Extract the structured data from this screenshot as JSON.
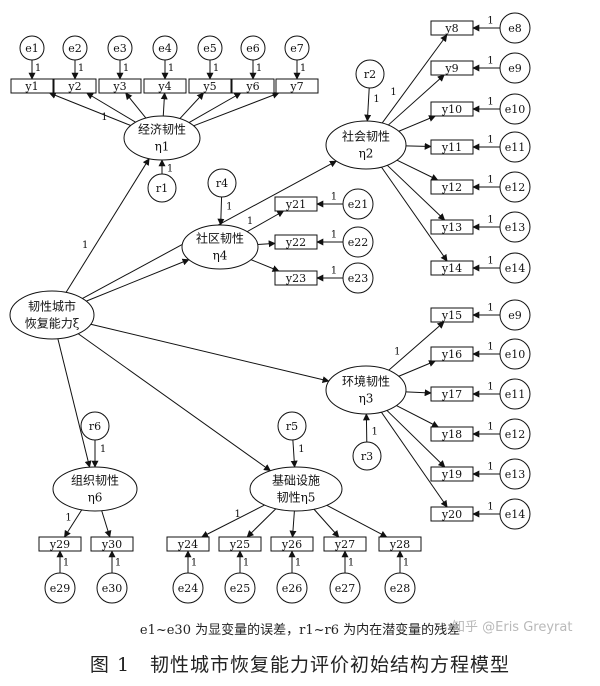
{
  "diagram": {
    "central": {
      "line1": "韧性城市",
      "line2": "恢复能力ξ"
    },
    "latents": [
      {
        "id": "eta1",
        "line1": "经济韧性",
        "line2": "η1",
        "residual": "r1"
      },
      {
        "id": "eta2",
        "line1": "社会韧性",
        "line2": "η2",
        "residual": "r2"
      },
      {
        "id": "eta3",
        "line1": "环境韧性",
        "line2": "η3",
        "residual": "r3"
      },
      {
        "id": "eta4",
        "line1": "社区韧性",
        "line2": "η4",
        "residual": "r4"
      },
      {
        "id": "eta5",
        "line1": "基础设施",
        "line2": "韧性η5",
        "residual": "r5"
      },
      {
        "id": "eta6",
        "line1": "组织韧性",
        "line2": "η6",
        "residual": "r6"
      }
    ],
    "indicators": {
      "eta1": [
        [
          "y1",
          "e1"
        ],
        [
          "y2",
          "e2"
        ],
        [
          "y3",
          "e3"
        ],
        [
          "y4",
          "e4"
        ],
        [
          "y5",
          "e5"
        ],
        [
          "y6",
          "e6"
        ],
        [
          "y7",
          "e7"
        ]
      ],
      "eta2": [
        [
          "y8",
          "e8"
        ],
        [
          "y9",
          "e9"
        ],
        [
          "y10",
          "e10"
        ],
        [
          "y11",
          "e11"
        ],
        [
          "y12",
          "e12"
        ],
        [
          "y13",
          "e13"
        ],
        [
          "y14",
          "e14"
        ]
      ],
      "eta3": [
        [
          "y15",
          "e9"
        ],
        [
          "y16",
          "e10"
        ],
        [
          "y17",
          "e11"
        ],
        [
          "y18",
          "e12"
        ],
        [
          "y19",
          "e13"
        ],
        [
          "y20",
          "e14"
        ]
      ],
      "eta4": [
        [
          "y21",
          "e21"
        ],
        [
          "y22",
          "e22"
        ],
        [
          "y23",
          "e23"
        ]
      ],
      "eta5": [
        [
          "y24",
          "e24"
        ],
        [
          "y25",
          "e25"
        ],
        [
          "y26",
          "e26"
        ],
        [
          "y27",
          "e27"
        ],
        [
          "y28",
          "e28"
        ]
      ],
      "eta6": [
        [
          "y29",
          "e29"
        ],
        [
          "y30",
          "e30"
        ]
      ]
    },
    "path_label": "1"
  },
  "note": "e1~e30 为显变量的误差，r1~r6 为内在潜变量的残差",
  "title": "图 1　韧性城市恢复能力评价初始结构方程模型",
  "watermark": "知乎 @Eris Greyrat"
}
